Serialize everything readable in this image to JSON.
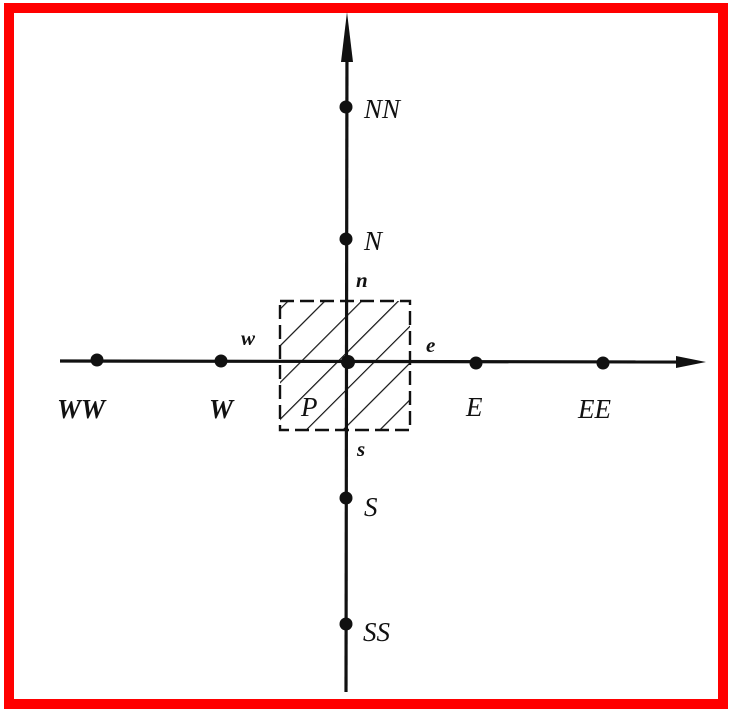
{
  "colors": {
    "frame": "#ff0000",
    "ink": "#111111",
    "background": "#ffffff"
  },
  "nodes": {
    "P": {
      "label": "P"
    },
    "W": {
      "label": "W"
    },
    "WW": {
      "label": "WW"
    },
    "E": {
      "label": "E"
    },
    "EE": {
      "label": "EE"
    },
    "N": {
      "label": "N"
    },
    "NN": {
      "label": "NN"
    },
    "S": {
      "label": "S"
    },
    "SS": {
      "label": "SS"
    }
  },
  "faces": {
    "w": {
      "label": "w"
    },
    "e": {
      "label": "e"
    },
    "n": {
      "label": "n"
    },
    "s": {
      "label": "s"
    }
  },
  "control_volume": {
    "fill_pattern": "diagonal-hatch"
  }
}
